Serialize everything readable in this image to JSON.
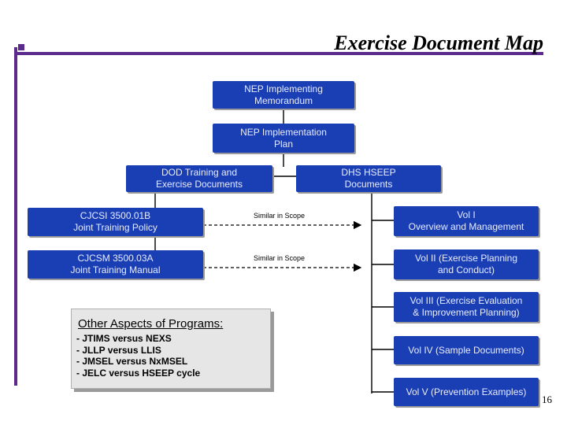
{
  "slide": {
    "title": "Exercise Document Map",
    "page_number": "16"
  },
  "boxes": {
    "nep_memo": "NEP Implementing\nMemorandum",
    "nep_plan": "NEP Implementation\nPlan",
    "dod_docs": "DOD Training and\nExercise Documents",
    "dhs_docs": "DHS HSEEP\nDocuments",
    "cjcsi": "CJCSI 3500.01B\nJoint Training Policy",
    "cjcsm": "CJCSM 3500.03A\nJoint Training Manual",
    "vol1": "Vol I\nOverview and Management",
    "vol2": "Vol II (Exercise Planning\nand Conduct)",
    "vol3": "Vol III (Exercise Evaluation\n& Improvement Planning)",
    "vol4": "Vol IV (Sample Documents)",
    "vol5": "Vol V (Prevention Examples)"
  },
  "connectors": {
    "similar_1": "Similar in Scope",
    "similar_2": "Similar in Scope"
  },
  "aspects": {
    "title": "Other Aspects of Programs:",
    "items": [
      "JTIMS versus NEXS",
      "JLLP versus LLIS",
      "JMSEL versus NxMSEL",
      "JELC versus HSEEP cycle"
    ]
  },
  "colors": {
    "box_fill": "#1a3fb5",
    "box_text": "#e8ecff",
    "accent_bar": "#5b2a8c"
  }
}
